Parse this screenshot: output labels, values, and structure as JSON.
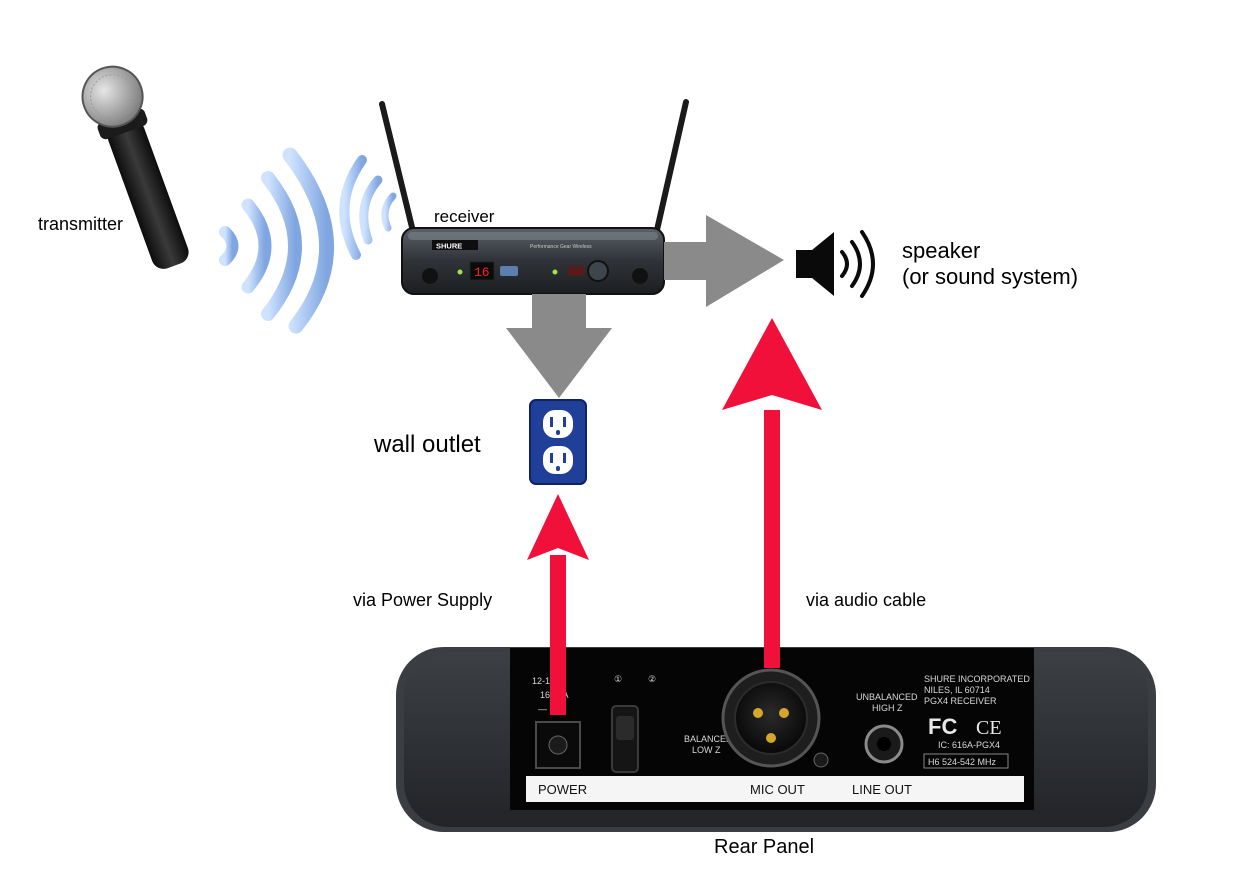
{
  "labels": {
    "transmitter": "transmitter",
    "receiver": "receiver",
    "speaker_line1": "speaker",
    "speaker_line2": "(or sound system)",
    "wall_outlet": "wall outlet",
    "via_power": "via Power Supply",
    "via_audio": "via audio cable",
    "rear_panel": "Rear Panel"
  },
  "receiver_front": {
    "brand": "SHURE",
    "model_text": "Performance Gear Wireless",
    "display": "16"
  },
  "rear_panel_labels": {
    "power": "POWER",
    "mic_out": "MIC OUT",
    "line_out": "LINE OUT",
    "voltage": "12-15V",
    "current": "160mA",
    "polarity": "— ○ +",
    "switch_1": "①",
    "switch_2": "②",
    "balanced": "BALANCED",
    "low_z": "LOW Z",
    "unbalanced": "UNBALANCED",
    "high_z": "HIGH Z",
    "company": "SHURE INCORPORATED",
    "city": "NILES, IL 60714",
    "model": "PGX4 RECEIVER",
    "fcc": "FC",
    "ce": "CE",
    "ic": "IC: 616A-PGX4",
    "freq": "H6 524-542 MHz"
  },
  "colors": {
    "arrow_gray": "#8a8a8a",
    "arrow_red": "#f0103a",
    "wave_blue": "#8fb3e8",
    "outlet_blue": "#1f3f99",
    "panel_dark": "#2b2d30"
  }
}
